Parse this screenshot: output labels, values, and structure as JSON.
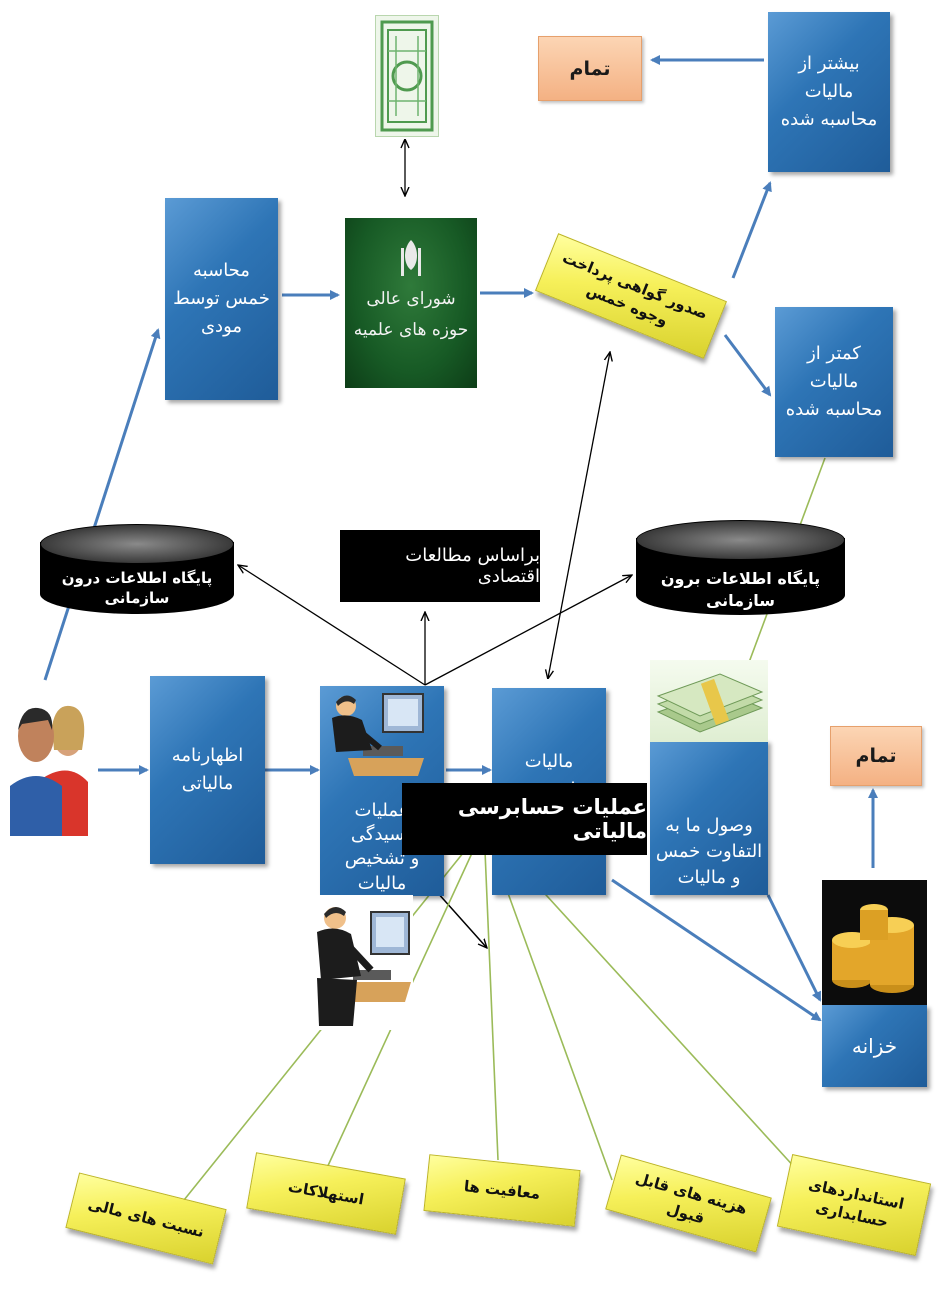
{
  "nodes": {
    "calc_khums": "محاسبه\nخمس توسط\nمودی",
    "more_than_tax": "بیشتر از\nمالیات\nمحاسبه شده",
    "less_than_tax": "کمتر از\nمالیات\nمحاسبه شده",
    "end_top": "تمام",
    "end_right": "تمام",
    "issue_certificate": "صدور گواهی پرداخت\nوجوه خمس",
    "council_emblem_text": "شورای عالی\nحوزه های علمیه",
    "internal_db": "پایگاه اطلاعات درون سازمانی",
    "external_db": "پایگاه اطلاعات برون سازمانی",
    "economic_studies": "براساس مطالعات اقتصادی",
    "tax_declaration": "اظهارنامه\nمالیاتی",
    "audit_process": "عملیات رسیدگی\nو تشخیص\nمالیات",
    "calculated_tax": "مالیات\nمحاسبه شده",
    "collect_difference": "وصول ما به\nالتفاوت خمس\nو مالیات",
    "treasury": "خزانه",
    "tax_audit_operations": "عملیات حسابرسی مالیاتی"
  },
  "factors": [
    "نسبت های مالی",
    "استهلاکات",
    "معافیت ها",
    "هزینه های قابل قبول",
    "استانداردهای\nحسابداری"
  ],
  "colors": {
    "blue": "#2e75b6",
    "arrow_blue": "#4a7ebb",
    "peach": "#f8c59d",
    "gold": "#f1ea4c",
    "green_line": "#9bbb59",
    "black": "#000000"
  }
}
